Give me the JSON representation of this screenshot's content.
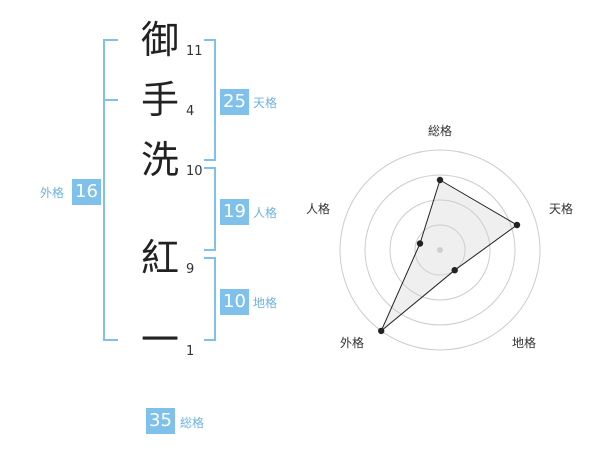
{
  "name": {
    "characters": [
      {
        "char": "御",
        "strokes": "11"
      },
      {
        "char": "手",
        "strokes": "4"
      },
      {
        "char": "洗",
        "strokes": "10"
      },
      {
        "char": "紅",
        "strokes": "9"
      },
      {
        "char": "一",
        "strokes": "1"
      }
    ]
  },
  "fortunes": {
    "tenkaku": {
      "value": "25",
      "label": "天格"
    },
    "jinkaku": {
      "value": "19",
      "label": "人格"
    },
    "chikaku": {
      "value": "10",
      "label": "地格"
    },
    "gaikaku": {
      "value": "16",
      "label": "外格"
    },
    "soukaku": {
      "value": "35",
      "label": "総格"
    }
  },
  "colors": {
    "accent": "#7fc1ea",
    "label": "#6db2e0",
    "text": "#222222"
  },
  "radar": {
    "labels": {
      "top": "総格",
      "right_upper": "天格",
      "right_lower": "地格",
      "left_lower": "外格",
      "left_upper": "人格"
    },
    "chart_data": {
      "type": "radar",
      "axes": [
        "総格",
        "天格",
        "地格",
        "外格",
        "人格"
      ],
      "values": [
        0.7,
        0.81,
        0.25,
        1.0,
        0.21
      ],
      "range": [
        0,
        1
      ],
      "rings": 4
    }
  }
}
